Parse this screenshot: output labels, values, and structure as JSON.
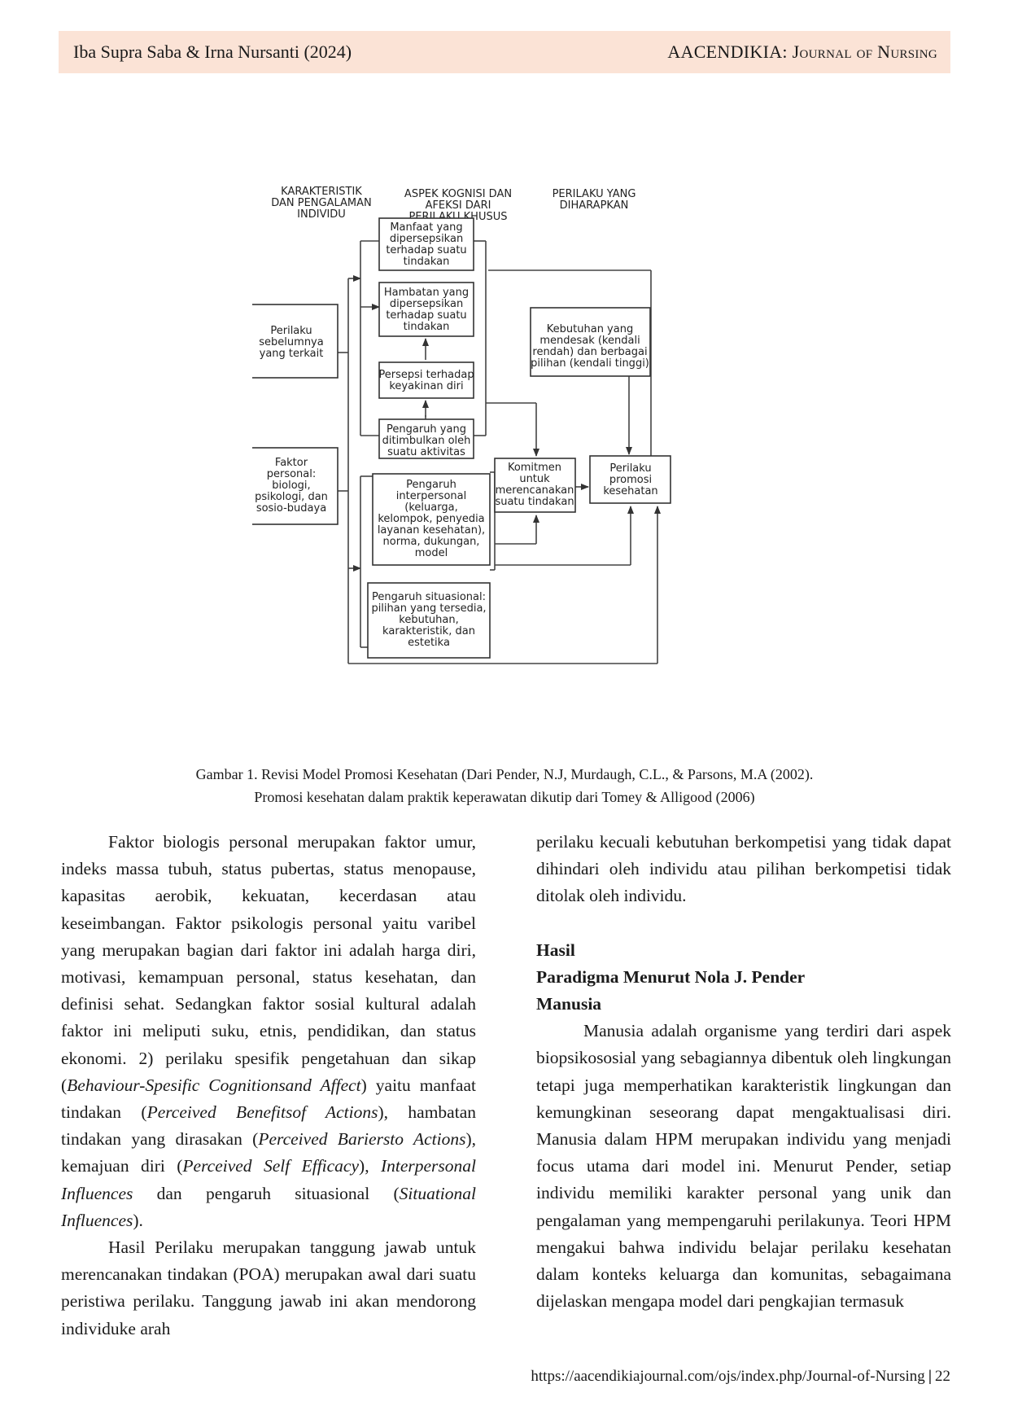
{
  "header": {
    "authors": "Iba Supra Saba & Irna Nursanti (2024)",
    "journal": "AACENDIKIA: Journal of Nursing"
  },
  "diagram": {
    "col_headers": [
      [
        "KARAKTERISTIK",
        "DAN PENGALAMAN",
        "INDIVIDU"
      ],
      [
        "ASPEK KOGNISI DAN",
        "AFEKSI DARI",
        "PERILAKU KHUSUS"
      ],
      [
        "PERILAKU YANG",
        "DIHARAPKAN"
      ]
    ],
    "boxes": {
      "manfaat": [
        "Manfaat yang",
        "dipersepsikan",
        "terhadap suatu",
        "tindakan"
      ],
      "hambatan": [
        "Hambatan yang",
        "dipersepsikan",
        "terhadap suatu",
        "tindakan"
      ],
      "persepsi": [
        "Persepsi terhadap",
        "keyakinan diri"
      ],
      "pengaruh_aktivitas": [
        "Pengaruh yang",
        "ditimbulkan oleh",
        "suatu aktivitas"
      ],
      "interpersonal": [
        "Pengaruh",
        "interpersonal",
        "(keluarga,",
        "kelompok, penyedia",
        "layanan kesehatan),",
        "norma, dukungan,",
        "model"
      ],
      "situasional": [
        "Pengaruh situasional:",
        "pilihan yang tersedia,",
        "kebutuhan,",
        "karakteristik, dan",
        "estetika"
      ],
      "perilaku_sebelumnya": [
        "Perilaku",
        "sebelumnya",
        "yang terkait"
      ],
      "faktor_personal": [
        "Faktor",
        "personal:",
        "biologi,",
        "psikologi, dan",
        "sosio-budaya"
      ],
      "kebutuhan": [
        "Kebutuhan yang",
        "mendesak (kendali",
        "rendah) dan berbagai",
        "pilihan (kendali tinggi)"
      ],
      "komitmen": [
        "Komitmen",
        "untuk",
        "merencanakan",
        "suatu tindakan"
      ],
      "perilaku_promosi": [
        "Perilaku",
        "promosi",
        "kesehatan"
      ]
    }
  },
  "caption": {
    "line1": "Gambar 1. Revisi Model Promosi Kesehatan (Dari Pender, N.J, Murdaugh, C.L., & Parsons, M.A (2002).",
    "line2": "Promosi kesehatan dalam praktik keperawatan dikutip dari Tomey & Alligood (2006)"
  },
  "left_col": {
    "p1": "Faktor biologis personal merupakan faktor umur, indeks massa tubuh, status pubertas, status menopause, kapasitas aerobik, kekuatan, kecerdasan atau keseimbangan. Faktor psikologis personal yaitu varibel yang merupakan bagian dari faktor ini adalah harga diri, motivasi, kemampuan personal, status kesehatan, dan definisi sehat. Sedangkan faktor sosial kultural adalah faktor ini meliputi suku, etnis, pendidikan, dan status ekonomi. 2) perilaku spesifik pengetahuan dan sikap (",
    "p1_i1": "Behaviour-Spesific Cognitionsand Affect",
    "p1_t2": ") yaitu manfaat tindakan (",
    "p1_i2": "Perceived Benefitsof Actions",
    "p1_t3": "), hambatan tindakan yang dirasakan (",
    "p1_i3": "Perceived Bariersto Actions",
    "p1_t4": "), kemajuan diri (",
    "p1_i4": "Perceived Self Efficacy",
    "p1_t5": "), ",
    "p1_i5": "Interpersonal Influences",
    "p1_t6": " dan pengaruh situasional (",
    "p1_i6": "Situational Influences",
    "p1_t7": ").",
    "p2": "Hasil Perilaku merupakan tanggung jawab untuk merencanakan tindakan (POA) merupakan awal dari suatu peristiwa perilaku. Tanggung jawab ini akan mendorong individuke arah"
  },
  "right_col": {
    "p1": "perilaku kecuali kebutuhan berkompetisi yang tidak dapat dihindari oleh individu atau pilihan berkompetisi tidak ditolak oleh individu.",
    "h1": "Hasil",
    "h2": "Paradigma Menurut Nola J. Pender",
    "h3": "Manusia",
    "p2": "Manusia adalah organisme yang terdiri dari aspek biopsikososial yang sebagiannya dibentuk oleh lingkungan tetapi juga memperhatikan karakteristik lingkungan dan kemungkinan seseorang dapat mengaktualisasi diri. Manusia dalam HPM merupakan individu yang menjadi focus utama dari model ini. Menurut Pender, setiap individu memiliki karakter personal yang unik dan pengalaman yang mempengaruhi perilakunya. Teori HPM mengakui bahwa individu belajar perilaku kesehatan dalam konteks keluarga dan komunitas, sebagaimana dijelaskan mengapa model dari pengkajian termasuk"
  },
  "footer": {
    "url": "https://aacendikiajournal.com/ojs/index.php/Journal-of-Nursing",
    "separator": "|",
    "page": "22"
  }
}
